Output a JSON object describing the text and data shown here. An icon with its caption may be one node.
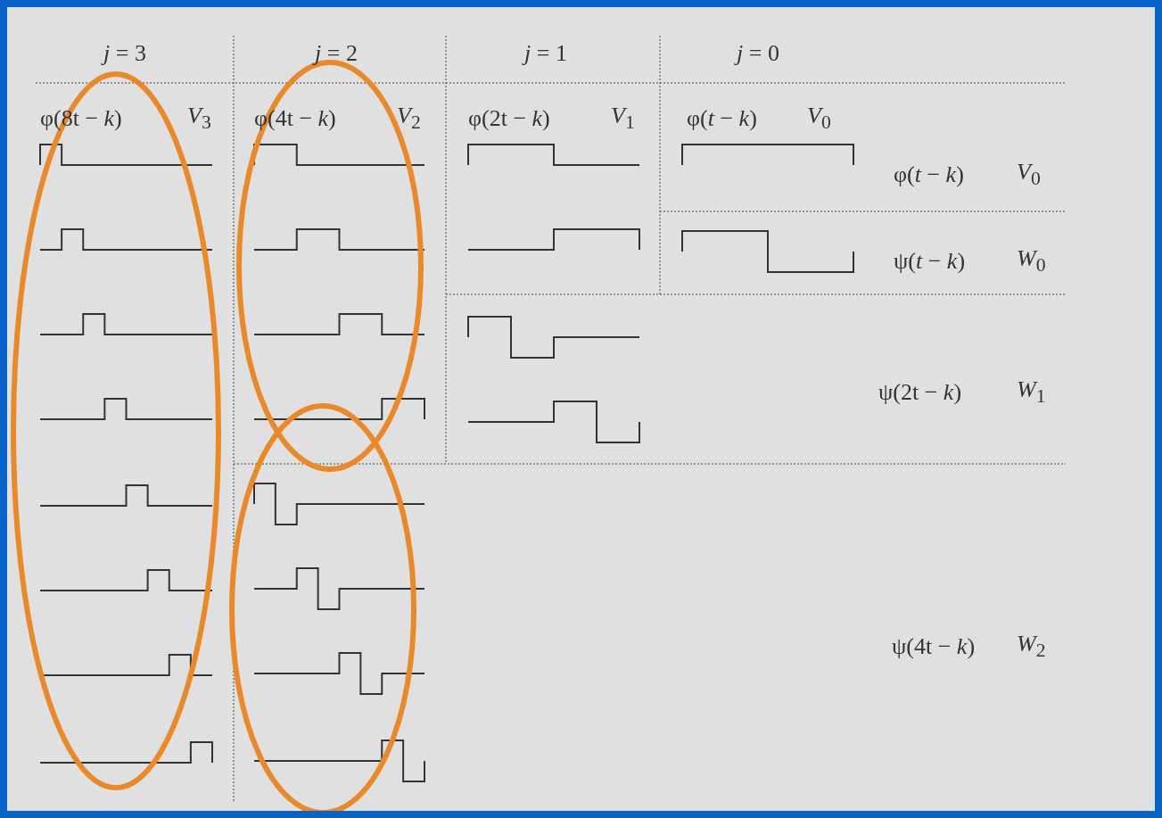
{
  "diagram": {
    "labels": [
      "*j* = 3",
      "*j* = 2",
      "*j* = 1",
      "*j* = 0",
      "φ(8t − *k*)",
      "*V*$_{3}$",
      "φ(4t − *k*)",
      "*V*$_{2}$",
      "φ(2t − *k*)",
      "*V*$_{1}$",
      "φ(*t* − *k*)",
      "*V*$_{0}$",
      "φ(*t* − *k*)",
      "*V*$_{0}$",
      "ψ(*t* − *k*)",
      "*W*$_{0}$",
      "ψ(2t − *k*)",
      "*W*$_{1}$",
      "ψ(4t − *k*)",
      "*W*$_{2}$"
    ]
  }
}
